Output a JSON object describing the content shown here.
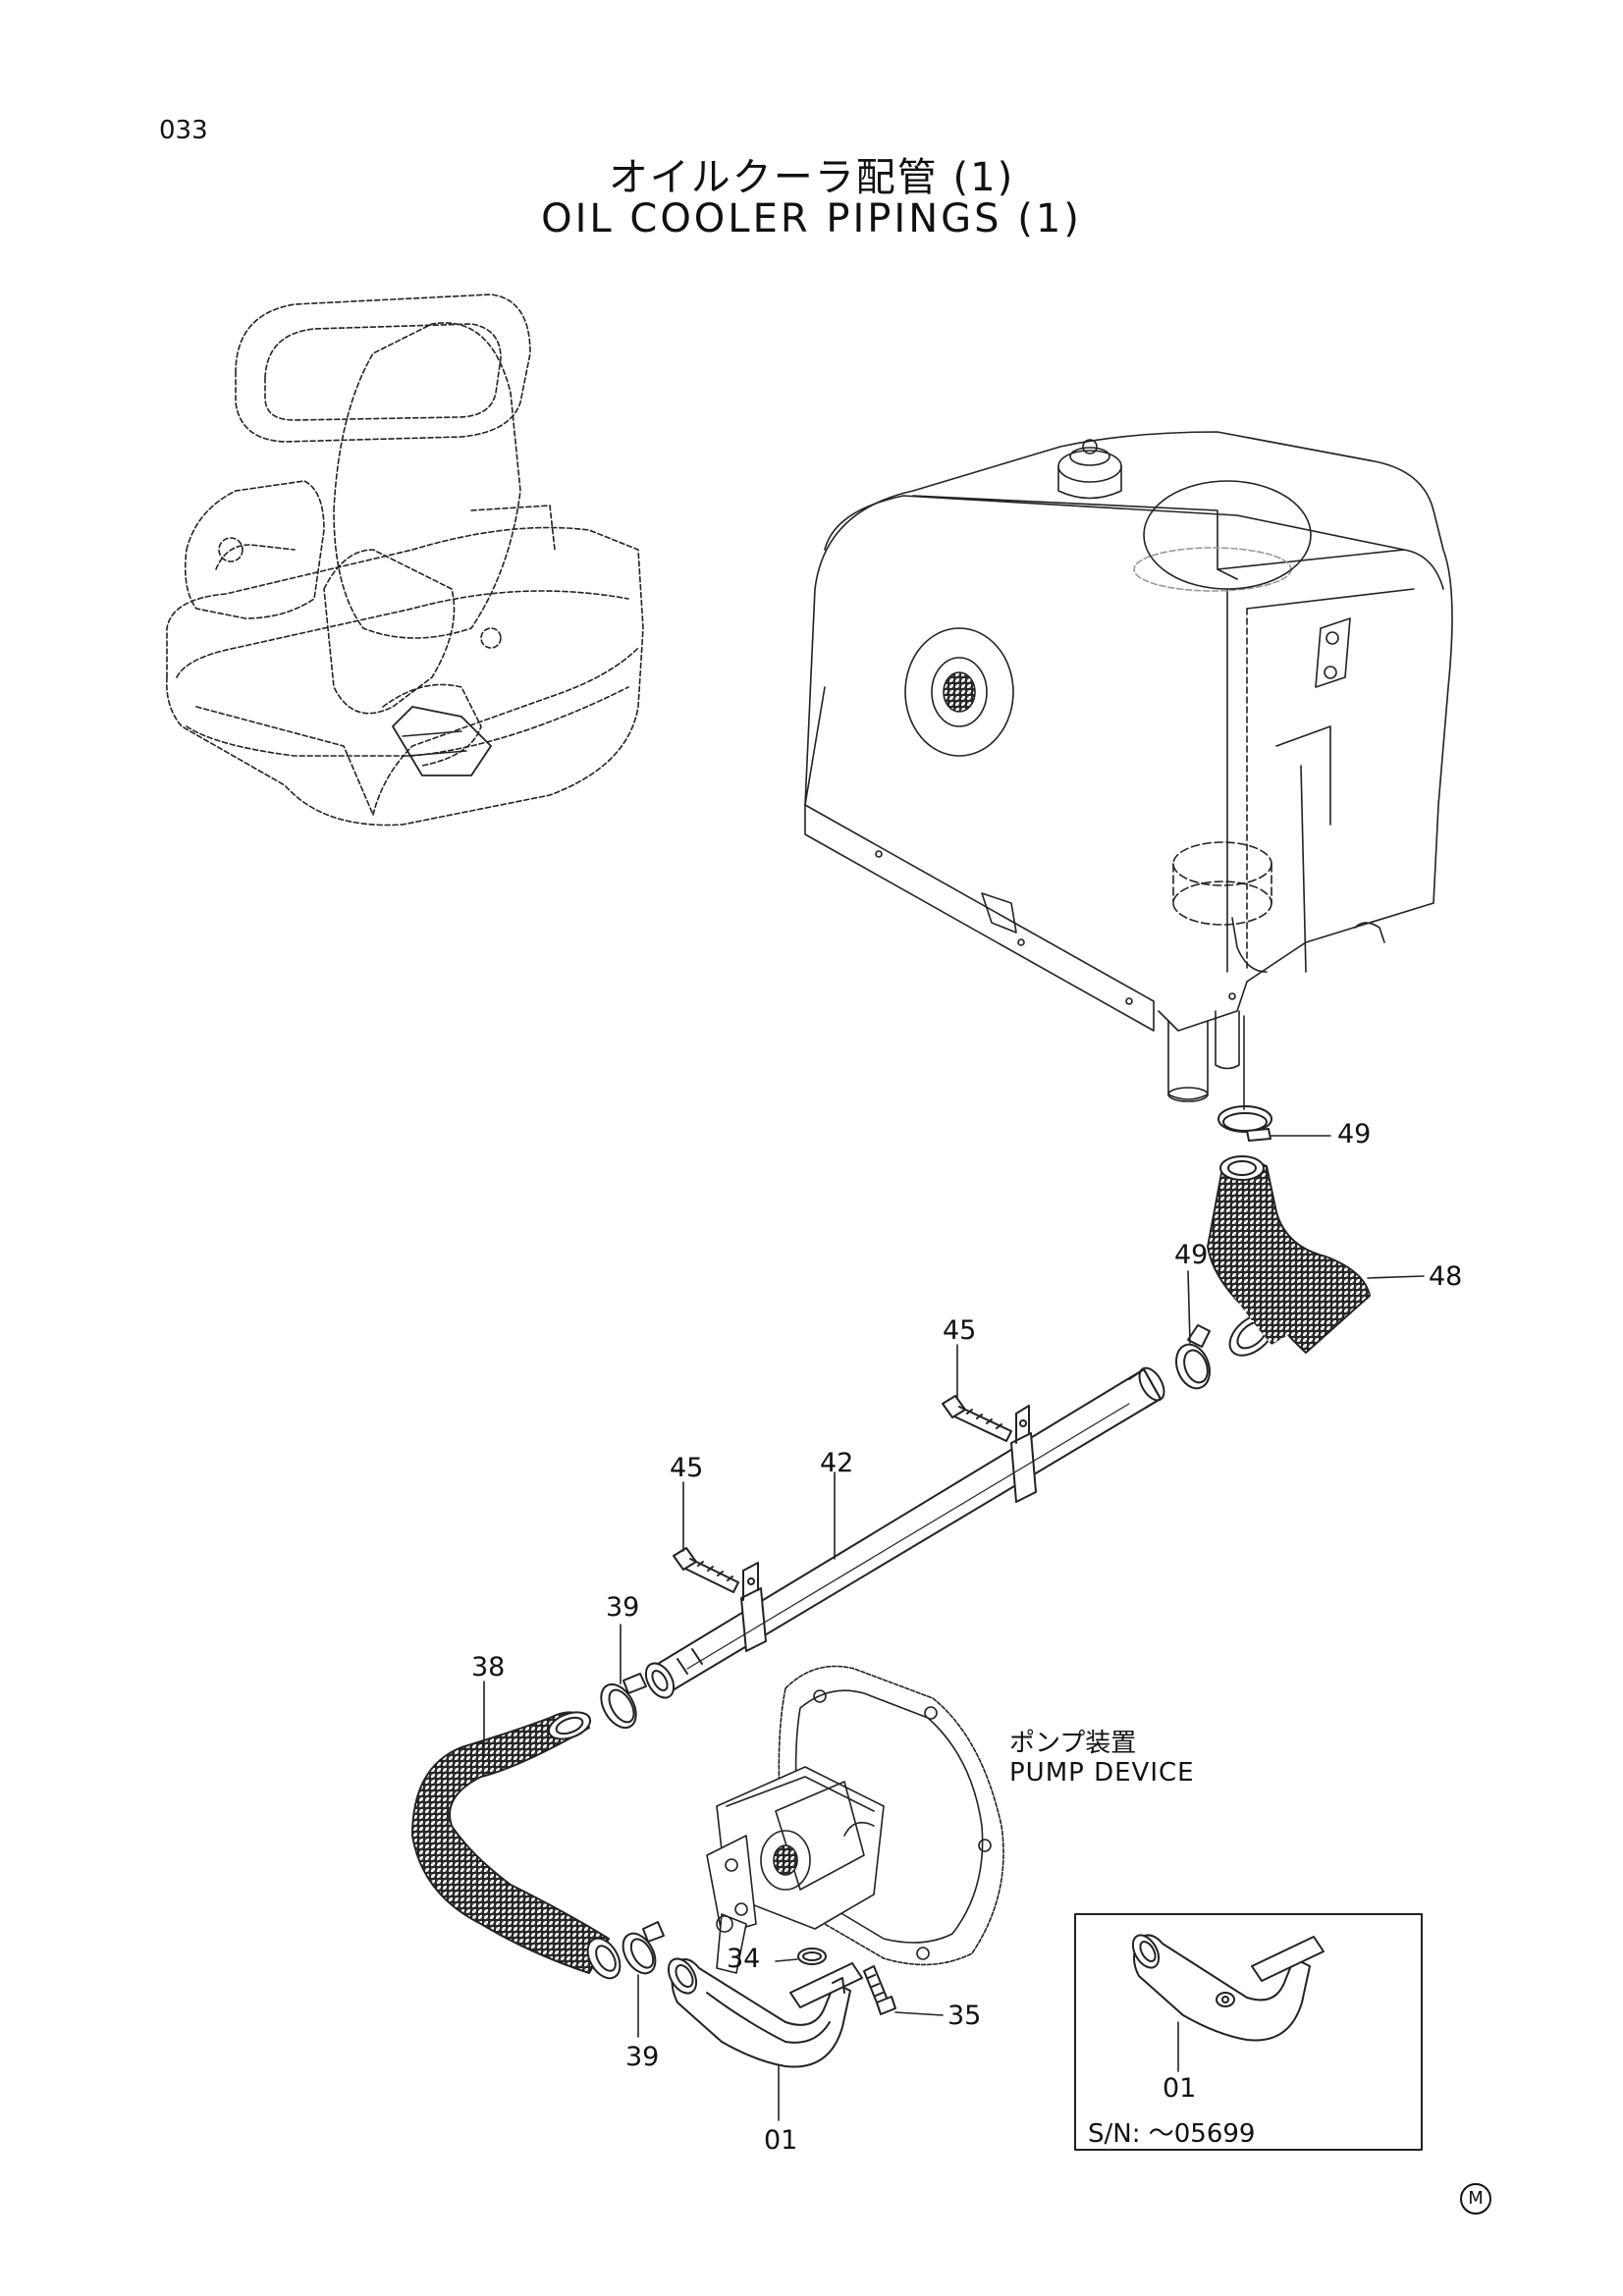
{
  "page_number": "033",
  "title": {
    "japanese": "オイルクーラ配管 (1)",
    "english": "OIL COOLER PIPINGS (1)"
  },
  "reference": {
    "japanese": "ポンプ装置",
    "english": "PUMP DEVICE"
  },
  "part_labels": {
    "p49_top": "49",
    "p48": "48",
    "p49_mid": "49",
    "p45_top": "45",
    "p45_left": "45",
    "p42": "42",
    "p39_top": "39",
    "p38": "38",
    "p34": "34",
    "p35": "35",
    "p39_bottom": "39",
    "p01": "01",
    "inset_p01": "01"
  },
  "inset": {
    "serial_range": "S/N: ～05699"
  },
  "corner_mark": "M"
}
